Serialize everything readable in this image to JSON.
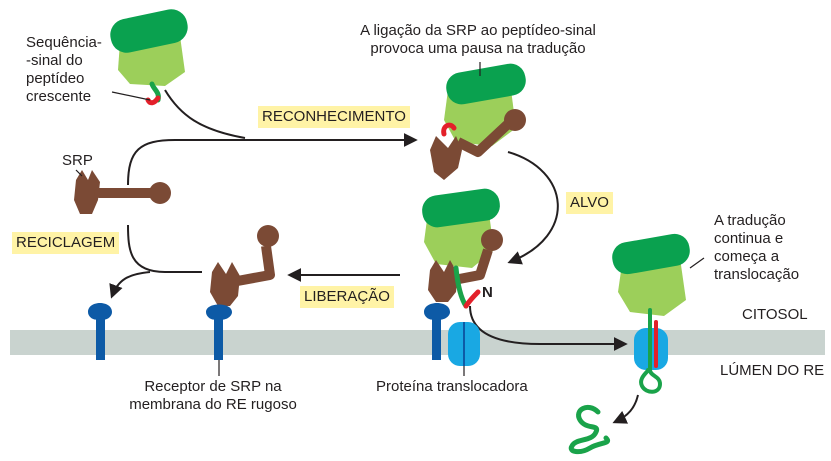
{
  "labels": {
    "signal_sequence": [
      "Sequência-",
      "-sinal do",
      "peptídeo",
      "crescente"
    ],
    "srp": "SRP",
    "pause_note": [
      "A ligação da SRP ao peptídeo-sinal",
      "provoca uma pausa na tradução"
    ],
    "translation_note": [
      "A tradução",
      "continua e",
      "começa a",
      "translocação"
    ],
    "cytosol": "CITOSOL",
    "er_lumen": "LÚMEN DO RE",
    "receptor": [
      "Receptor de SRP na",
      "membrana do RE rugoso"
    ],
    "translocator": "Proteína translocadora",
    "n_terminus": "N"
  },
  "steps": {
    "recognition": "RECONHECIMENTO",
    "targeting": "ALVO",
    "release": "LIBERAÇÃO",
    "recycling": "RECICLAGEM"
  },
  "colors": {
    "membrane": "#c9d3cf",
    "ribosome_large": "#0aa14f",
    "ribosome_small": "#9ccf5a",
    "srp": "#7b4a35",
    "receptor": "#0d5aa6",
    "translocator": "#19a8e3",
    "signal_peptide": "#e3202a",
    "chain": "#1aa34a",
    "highlight": "#fff3a6"
  }
}
